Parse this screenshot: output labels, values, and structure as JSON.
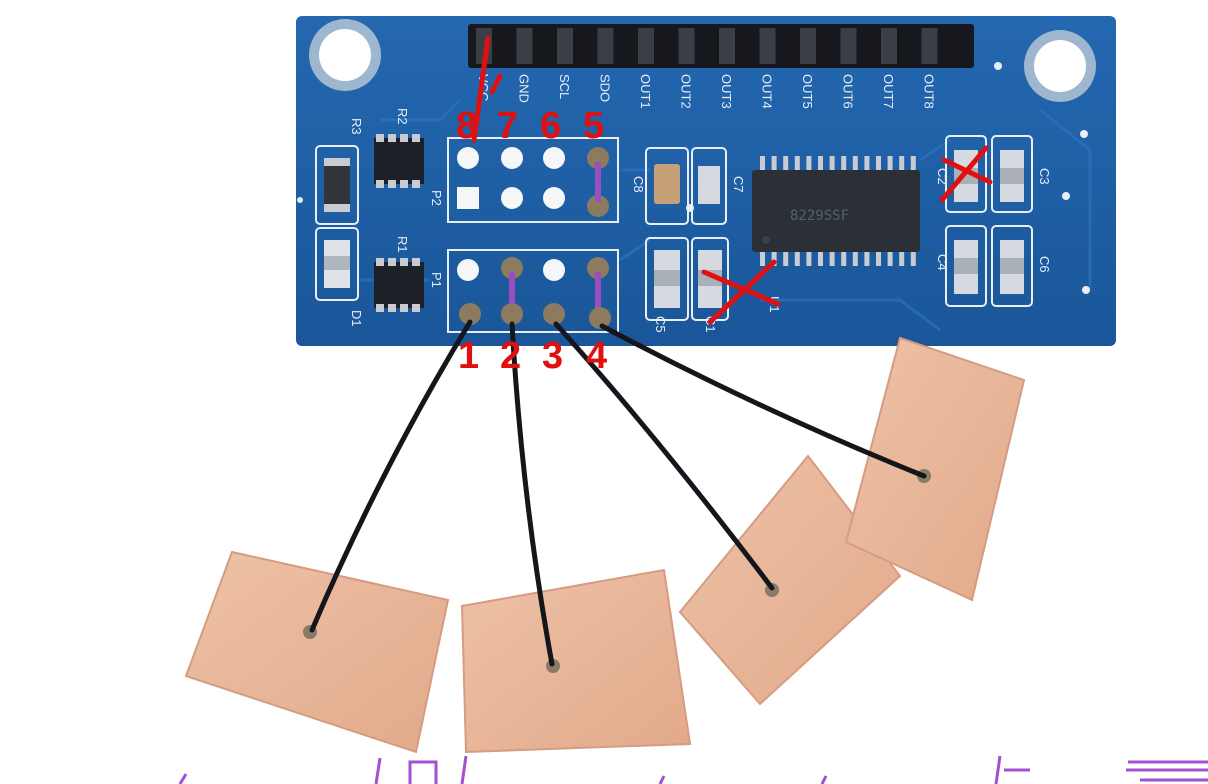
{
  "colors": {
    "board": "#1f5fa6",
    "board_dark": "#164a86",
    "annotation_red": "#e01010",
    "jumper_purple": "#9a4fc0",
    "wire": "#15151c",
    "copper": "#e8b497",
    "copper_edge": "#d49c80",
    "chip": "#2b2f36",
    "pad_silver": "#c8ccd2",
    "bottom_strip": "#a24fd0"
  },
  "board": {
    "header_labels": [
      "VCC",
      "GND",
      "SCL",
      "SDO",
      "OUT1",
      "OUT2",
      "OUT3",
      "OUT4",
      "OUT5",
      "OUT6",
      "OUT7",
      "OUT8"
    ],
    "designators": {
      "r3": "R3",
      "r2": "R2",
      "r1": "R1",
      "d1": "D1",
      "p2": "P2",
      "p1": "P1",
      "c8": "C8",
      "c7": "C7",
      "c5": "C5",
      "c1": "C1",
      "c2": "C2",
      "c3": "C3",
      "c4": "C4",
      "c6": "C6",
      "u1": "U1"
    },
    "chip_marking": "8229SSF"
  },
  "annotations": {
    "top_numbers": [
      "8",
      "7",
      "6",
      "5"
    ],
    "bottom_numbers": [
      "1",
      "2",
      "3",
      "4"
    ],
    "cross_marks": [
      "x-on-c2",
      "x-on-c1"
    ],
    "slash_mark": "slash-through-vcc"
  },
  "pads": {
    "count": 4,
    "connected_pins": [
      "1",
      "2",
      "3",
      "4"
    ]
  }
}
